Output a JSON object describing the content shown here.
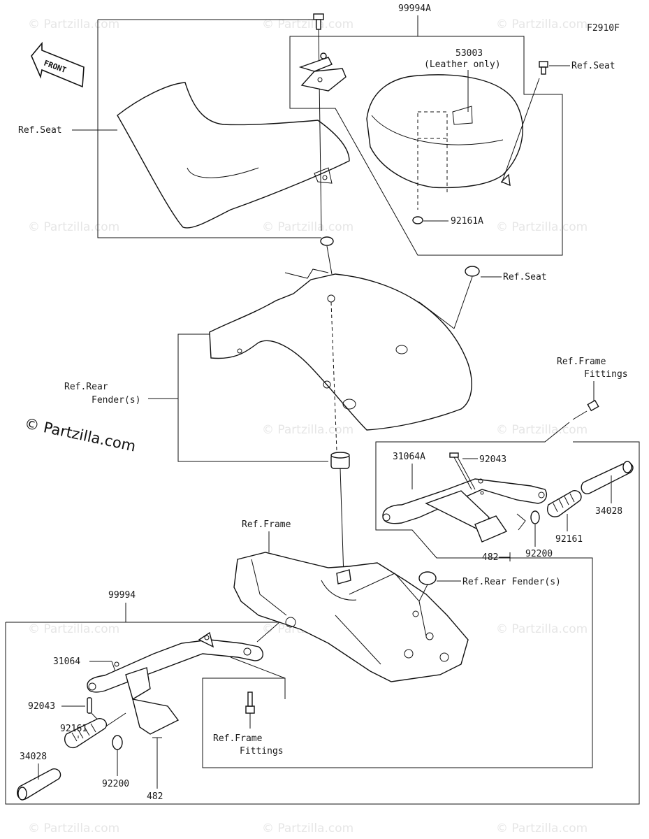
{
  "diagram_code": "F2910F",
  "copyright": "© Partzilla.com",
  "watermark": "© Partzilla.com",
  "front_arrow": "FRONT",
  "labels": {
    "p99994A": "99994A",
    "p53003": "53003",
    "leather_only": "(Leather only)",
    "ref_seat_top": "Ref.Seat",
    "ref_seat_left": "Ref.Seat",
    "p92161A": "92161A",
    "ref_seat_mid": "Ref.Seat",
    "ref_rear_fender_1": "Ref.Rear",
    "ref_rear_fender_2": "Fender(s)",
    "ref_frame_fittings_top_1": "Ref.Frame",
    "ref_frame_fittings_top_2": "Fittings",
    "p31064A": "31064A",
    "p92043_right": "92043",
    "p34028_right": "34028",
    "p92161_right": "92161",
    "p92200_right": "92200",
    "p482_right": "482",
    "ref_frame": "Ref.Frame",
    "ref_rear_fender_right": "Ref.Rear Fender(s)",
    "p99994": "99994",
    "p31064": "31064",
    "p92043_left": "92043",
    "p92161_left": "92161",
    "p34028_left": "34028",
    "p92200_left": "92200",
    "p482_left": "482",
    "ref_frame_fittings_bot_1": "Ref.Frame",
    "ref_frame_fittings_bot_2": "Fittings"
  }
}
